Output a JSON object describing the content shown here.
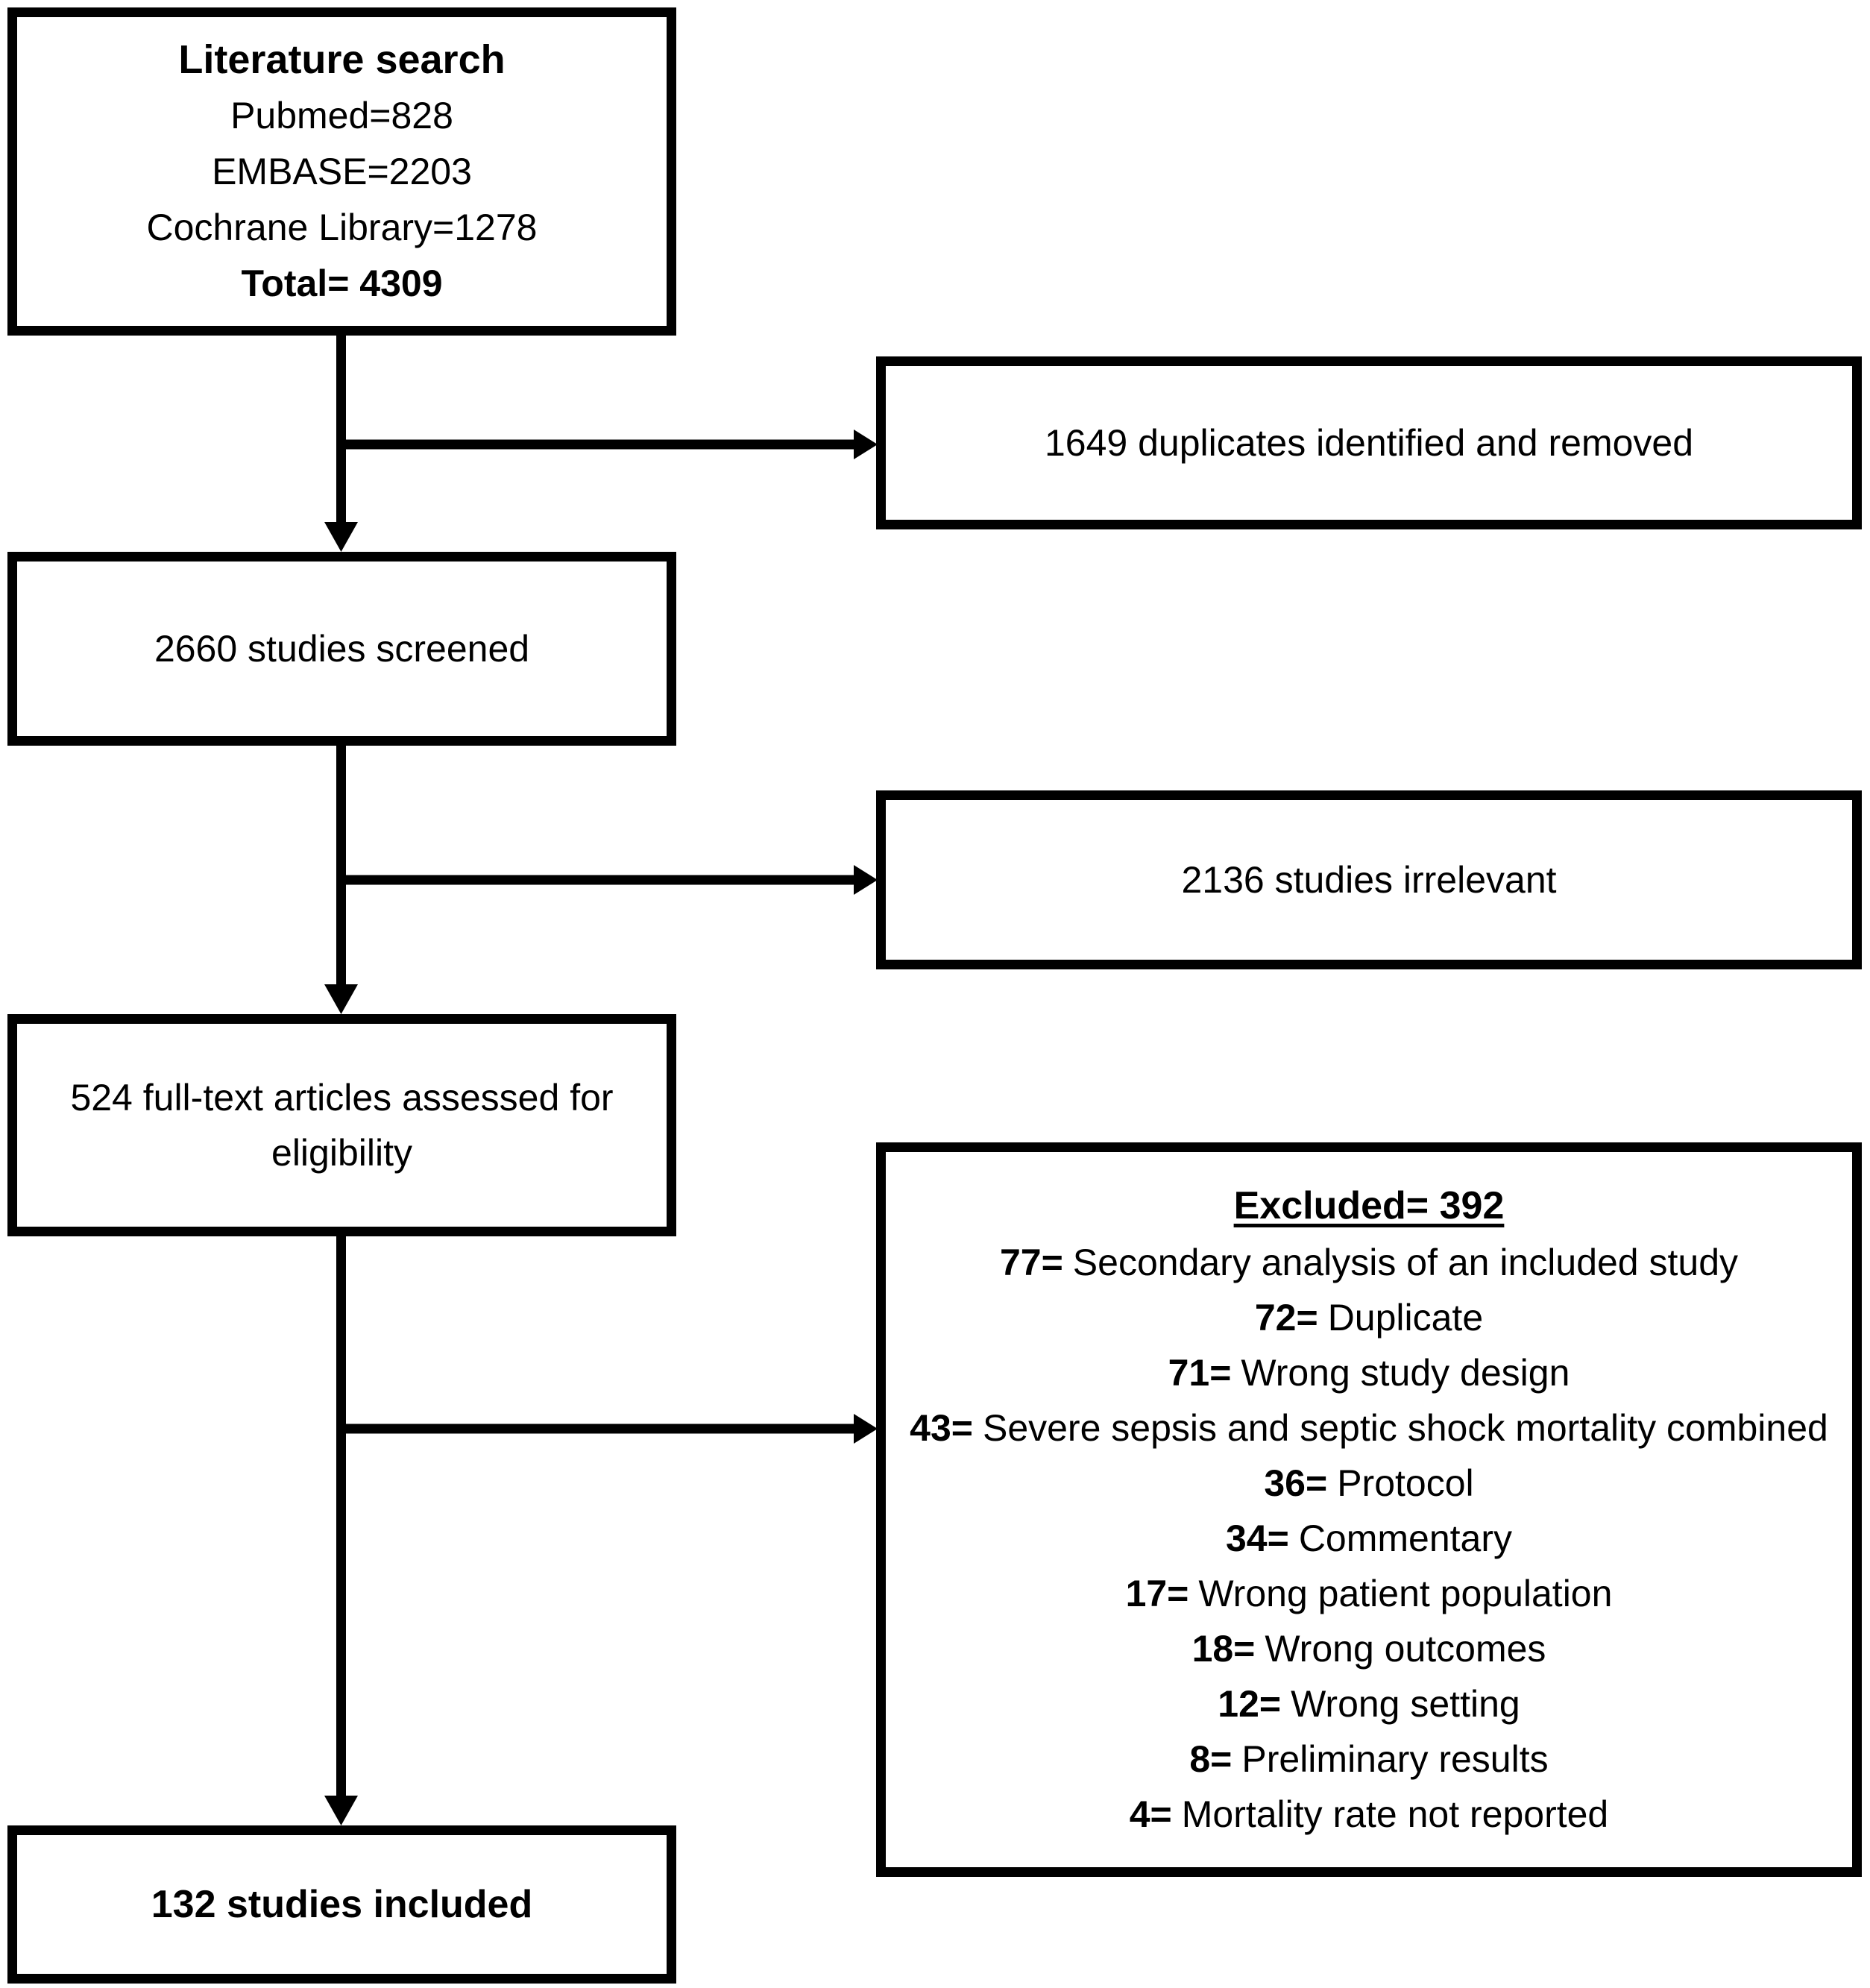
{
  "figure": {
    "background": "#ffffff",
    "line_color": "#000000"
  },
  "boxes": {
    "literature_search": {
      "title": "Literature search",
      "sources": [
        "Pubmed=828",
        "EMBASE=2203",
        "Cochrane Library=1278"
      ],
      "total": "Total= 4309"
    },
    "duplicates_removed": {
      "text": "1649 duplicates identified and removed"
    },
    "studies_screened": {
      "text": "2660 studies screened"
    },
    "studies_irrelevant": {
      "text": "2136 studies irrelevant"
    },
    "fulltext_assessed": {
      "text": "524 full-text articles assessed for eligibility"
    },
    "excluded": {
      "title": "Excluded= 392",
      "reasons": [
        {
          "count": "77=",
          "label": "Secondary analysis of an included study"
        },
        {
          "count": "72=",
          "label": "Duplicate"
        },
        {
          "count": "71=",
          "label": "Wrong study design"
        },
        {
          "count": "43=",
          "label": "Severe sepsis and septic shock mortality combined"
        },
        {
          "count": "36=",
          "label": "Protocol"
        },
        {
          "count": "34=",
          "label": "Commentary"
        },
        {
          "count": "17=",
          "label": "Wrong patient population"
        },
        {
          "count": "18=",
          "label": "Wrong outcomes"
        },
        {
          "count": "12=",
          "label": "Wrong setting"
        },
        {
          "count": "8=",
          "label": "Preliminary results"
        },
        {
          "count": "4=",
          "label": "Mortality rate not reported"
        }
      ]
    },
    "studies_included": {
      "text": "132 studies included"
    }
  }
}
